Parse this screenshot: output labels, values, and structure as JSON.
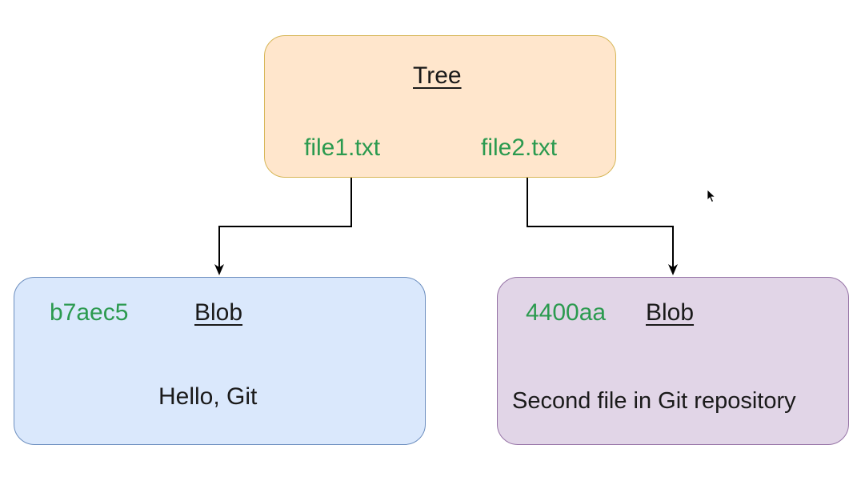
{
  "colors": {
    "tree_fill": "#ffe6cc",
    "tree_border": "#d6b656",
    "blob1_fill": "#dae8fc",
    "blob1_border": "#6c8ebf",
    "blob2_fill": "#e1d5e7",
    "blob2_border": "#9673a6",
    "hash_text": "#2b9a4f",
    "connector": "#000000"
  },
  "tree": {
    "title": "Tree",
    "entries": [
      "file1.txt",
      "file2.txt"
    ]
  },
  "blobs": [
    {
      "hash": "b7aec5",
      "title": "Blob",
      "content": "Hello, Git"
    },
    {
      "hash": "4400aa",
      "title": "Blob",
      "content": "Second file in Git repository"
    }
  ],
  "icons": {
    "pointer": "mouse-pointer-icon"
  }
}
